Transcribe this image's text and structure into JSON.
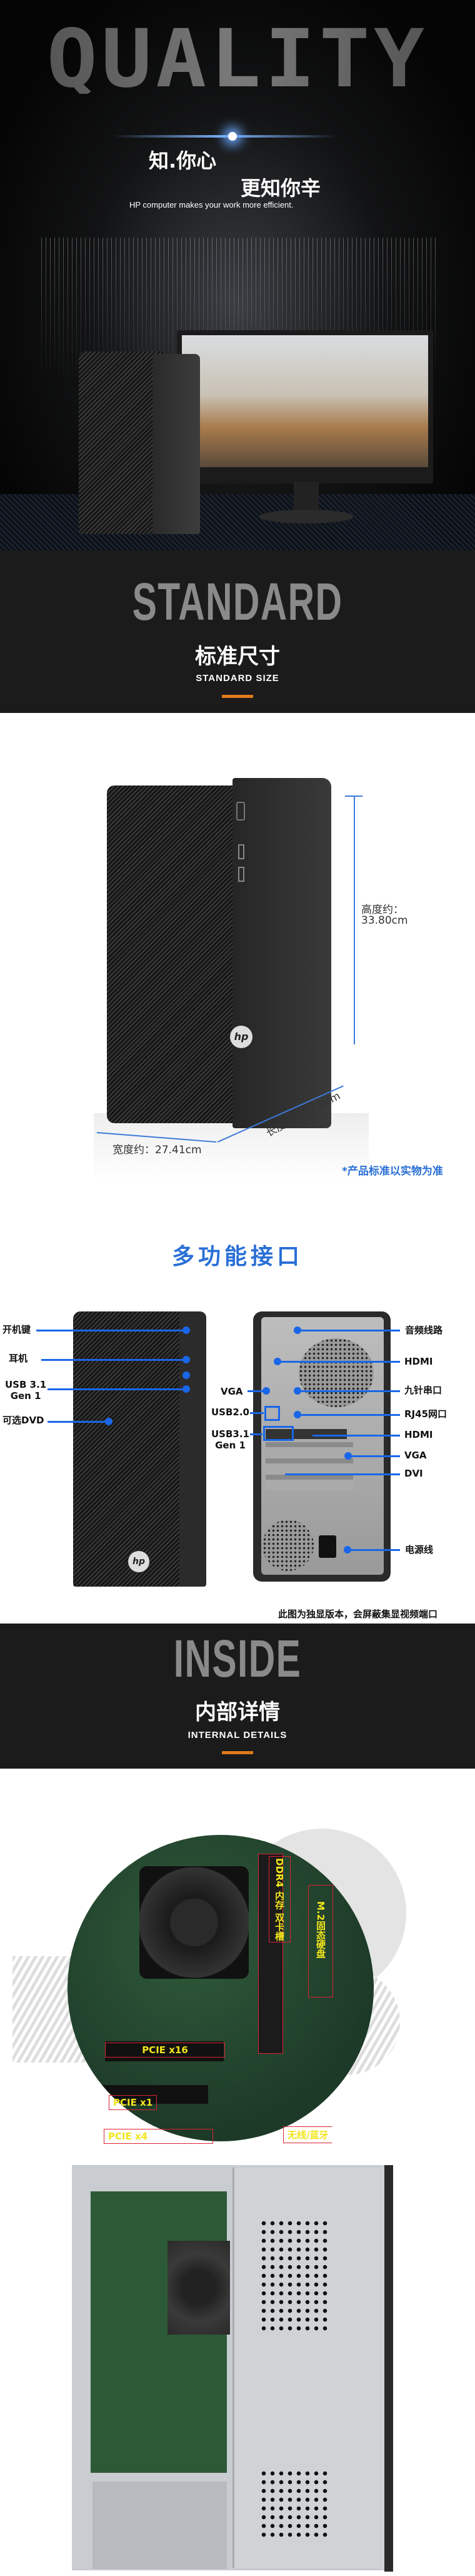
{
  "colors": {
    "accent_orange": "#e07a1a",
    "port_blue": "#1a66e8",
    "title_blue": "#2a6fd6",
    "label_yellow": "#f2e51c",
    "dark_bg": "#1b1b1b"
  },
  "hero": {
    "title": "QUALITY",
    "line1": "知.你心",
    "line2": "更知你辛",
    "tagline": "HP computer makes your work more efficient."
  },
  "standard": {
    "bg_word": "STANDARD",
    "title": "标准尺寸",
    "subtitle": "STANDARD SIZE"
  },
  "dimensions": {
    "height_label": "高度约：",
    "height_value": "33.80cm",
    "width": "宽度约：27.41cm",
    "length": "长度约：17.0cm",
    "note": "*产品标准以实物为准"
  },
  "ports": {
    "title": "多功能接口",
    "front": [
      "开机键",
      "耳机",
      "USB 3.1\nGen 1",
      "可选DVD"
    ],
    "rear_left": [
      "VGA",
      "USB2.0",
      "USB3.1\nGen 1"
    ],
    "rear_right": [
      "音频线路",
      "HDMI",
      "九针串口",
      "RJ45网口",
      "HDMI",
      "VGA",
      "DVI",
      "电源线"
    ],
    "note": "此图为独显版本，会屏蔽集显视频端口"
  },
  "inside": {
    "bg_word": "INSIDE",
    "title": "内部详情",
    "subtitle": "INTERNAL DETAILS",
    "labels": {
      "ddr4": "DDR4 内存 双卡槽",
      "m2": "M.2固态硬盘",
      "pcie16": "PCIE x16",
      "pcie1": "PCIE x1",
      "pcie4": "PCIE x4",
      "wireless": "无线/蓝牙"
    }
  }
}
